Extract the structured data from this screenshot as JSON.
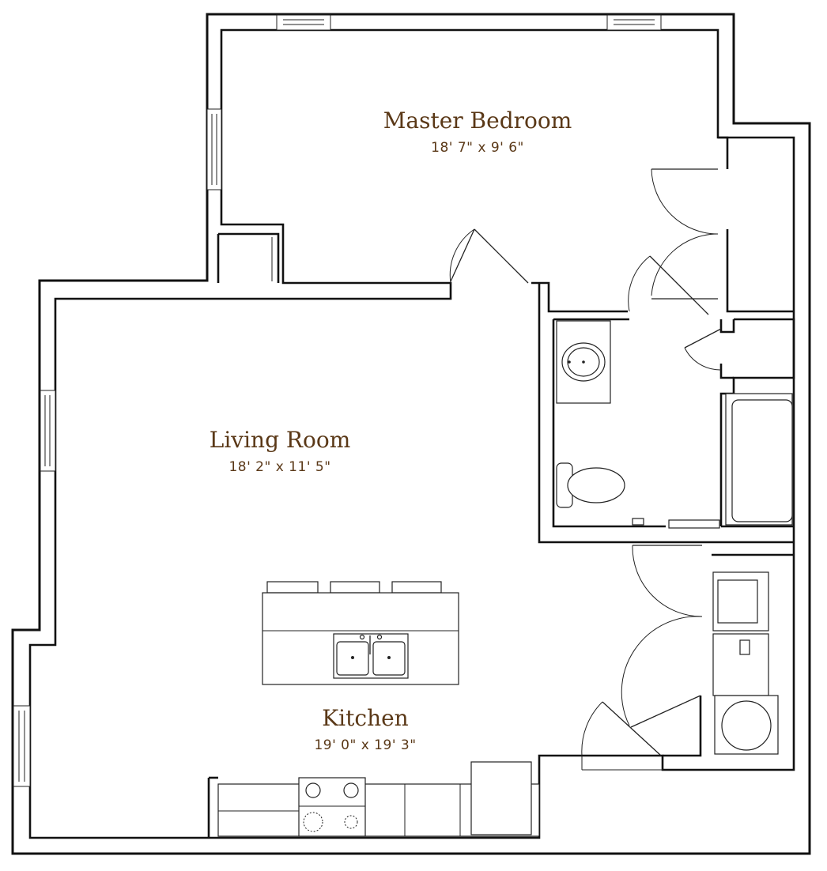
{
  "rooms": {
    "master_bedroom": {
      "name": "Master Bedroom",
      "dims": "18' 7\" x 9' 6\""
    },
    "living_room": {
      "name": "Living Room",
      "dims": "18' 2\" x 11' 5\""
    },
    "kitchen": {
      "name": "Kitchen",
      "dims": "19' 0\" x 19' 3\""
    }
  },
  "colors": {
    "label": "#5a3817",
    "wall": "#111111"
  },
  "icons": [
    "door-swing-icon",
    "window-icon",
    "sink-icon",
    "toilet-icon",
    "bathtub-icon",
    "washer-icon",
    "dryer-icon",
    "stove-icon",
    "refrigerator-icon"
  ]
}
